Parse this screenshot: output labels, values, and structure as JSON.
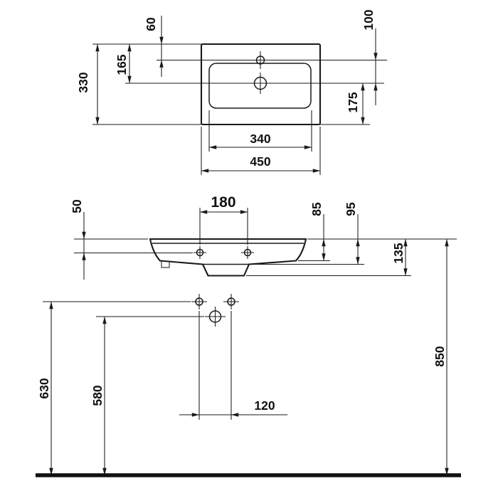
{
  "colors": {
    "line": "#1a1a1a",
    "text": "#111111",
    "background": "#ffffff",
    "floor": "#111111"
  },
  "top_view": {
    "d450": "450",
    "d340": "340",
    "d330": "330",
    "d165": "165",
    "d60": "60",
    "d100": "100",
    "d175": "175"
  },
  "front_view": {
    "d180": "180",
    "d50": "50",
    "d85": "85",
    "d95": "95",
    "d135": "135",
    "d120": "120",
    "d580": "580",
    "d630": "630",
    "d850": "850"
  }
}
